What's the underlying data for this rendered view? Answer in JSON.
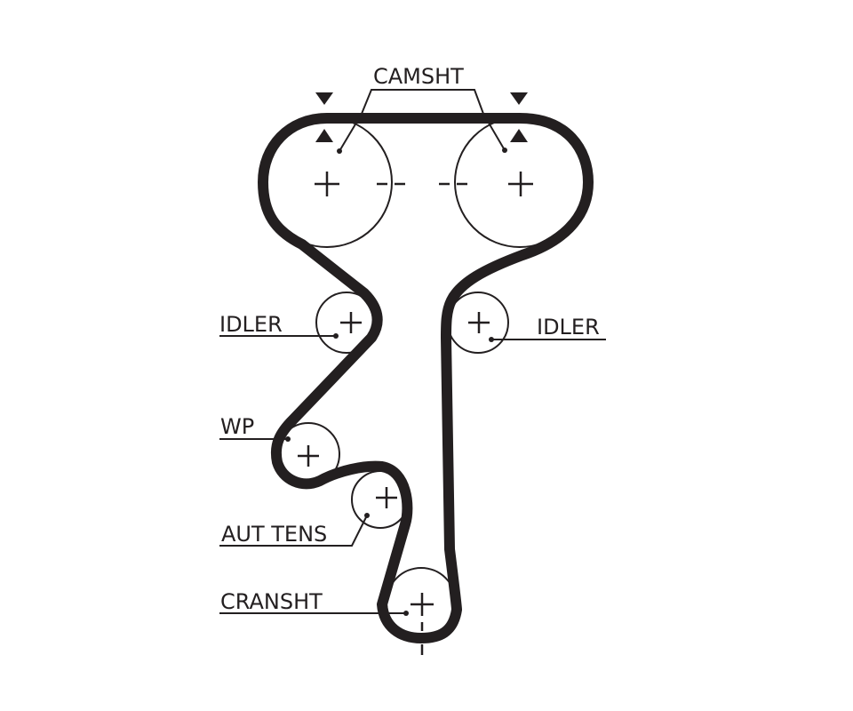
{
  "diagram": {
    "labels": {
      "camshaft": "CAMSHT",
      "idler_left": "IDLER",
      "idler_right": "IDLER",
      "water_pump": "WP",
      "auto_tensioner": "AUT TENS",
      "crankshaft": "CRANSHT"
    }
  },
  "colors": {
    "ink": "#231f20",
    "background": "#ffffff"
  }
}
